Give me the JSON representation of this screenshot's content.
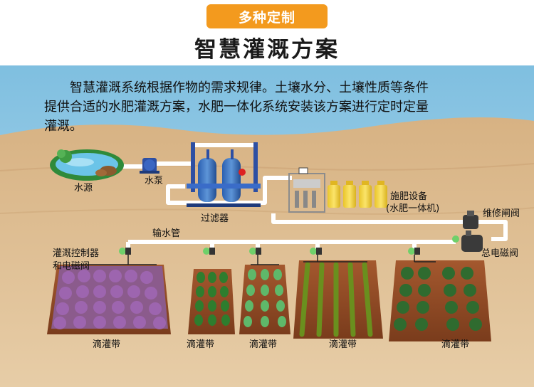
{
  "header": {
    "badge": "多种定制",
    "title": "智慧灌溉方案"
  },
  "description": {
    "line1": "智慧灌溉系统根据作物的需求规律。土壤水分、土壤性质等条件",
    "line2": "提供合适的水肥灌溉方案，水肥一体化系统安装该方案进行定时定量",
    "line3": "灌溉。"
  },
  "labels": {
    "water_source": "水源",
    "pump": "水泵",
    "filter": "过滤器",
    "fertilizer_line1": "施肥设备",
    "fertilizer_line2": "(水肥一体机)",
    "maintenance_valve": "维修闸阀",
    "pipe": "输水管",
    "main_valve": "总电磁阀",
    "controller_line1": "灌溉控制器",
    "controller_line2": "和电磁阀",
    "drip1": "滴灌带",
    "drip2": "滴灌带",
    "drip3": "滴灌带",
    "drip4": "滴灌带",
    "drip5": "滴灌带"
  },
  "colors": {
    "sky": "#8fc7e3",
    "soil": "#d9b68a",
    "pipe": "#ffffff",
    "accent": "#f39a1e",
    "pump_blue": "#2d4fa3",
    "tank_yellow": "#f2d23c"
  }
}
